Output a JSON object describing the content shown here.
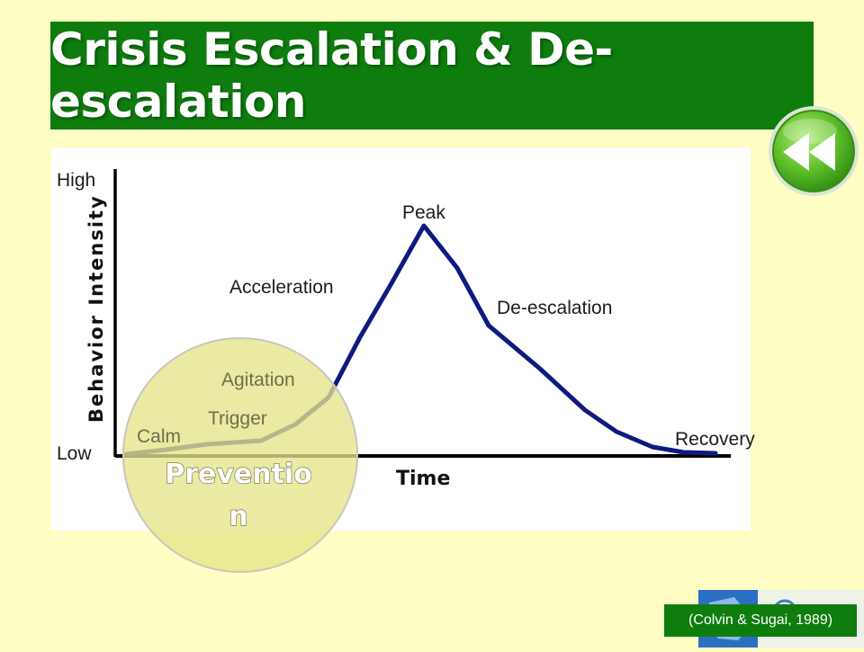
{
  "title": "Crisis Escalation & De-escalation",
  "navigation": {
    "back_icon": "rewind-icon"
  },
  "axes": {
    "y_label": "Behavior Intensity",
    "y_high": "High",
    "y_low": "Low",
    "x_label": "Time"
  },
  "phases": {
    "calm": "Calm",
    "trigger": "Trigger",
    "agitation": "Agitation",
    "acceleration": "Acceleration",
    "peak": "Peak",
    "deescalation": "De-escalation",
    "recovery": "Recovery"
  },
  "highlight": {
    "line1": "Preventio",
    "line2": "n"
  },
  "citation": "(Colvin & Sugai, 1989)",
  "colors": {
    "title_bg": "#0e7d0e",
    "background": "#fefdc3",
    "curve": "#0d1a80",
    "highlight_circle": "#e6e48a"
  }
}
